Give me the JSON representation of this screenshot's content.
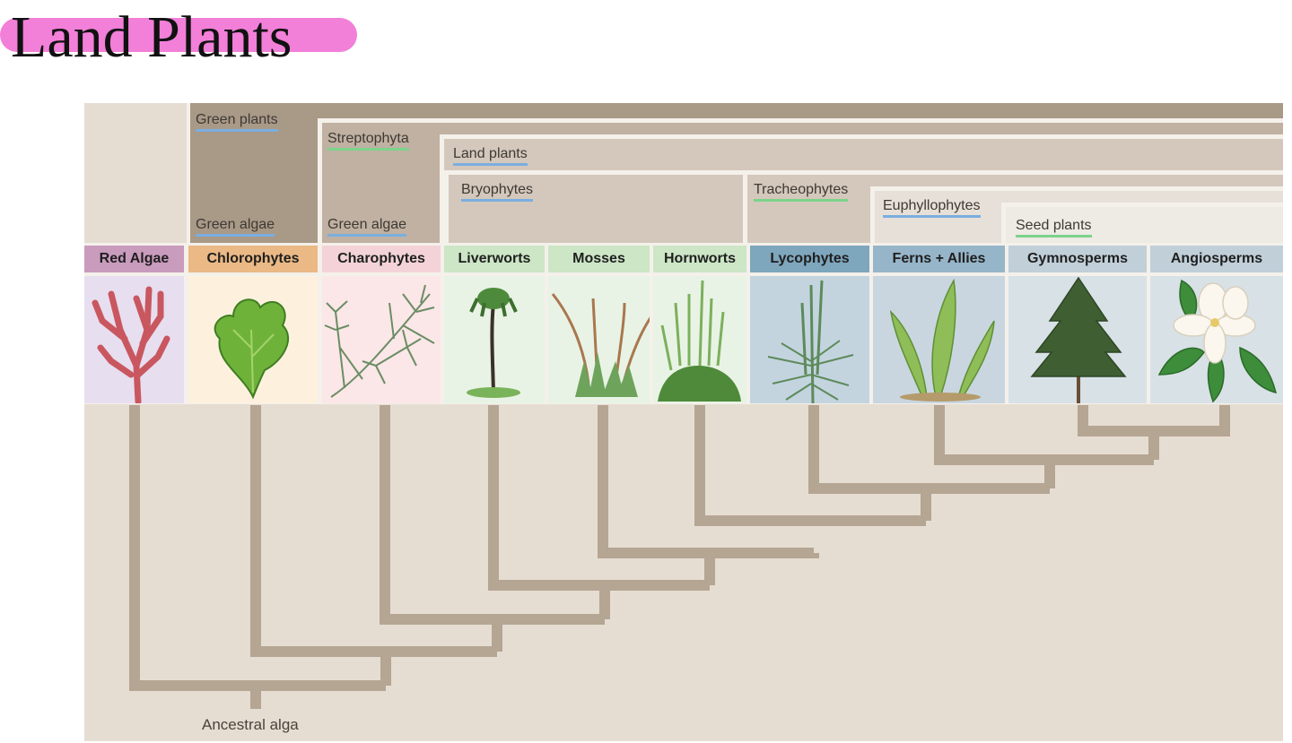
{
  "title": "Land Plants",
  "clades": {
    "green_plants": "Green plants",
    "green_algae_1": "Green algae",
    "streptophyta": "Streptophyta",
    "green_algae_2": "Green algae",
    "land_plants": "Land plants",
    "bryophytes": "Bryophytes",
    "tracheophytes": "Tracheophytes",
    "euphyllophytes": "Euphyllophytes",
    "seed_plants": "Seed plants"
  },
  "taxa": [
    {
      "label": "Red Algae",
      "color": "#c99bbd"
    },
    {
      "label": "Chlorophytes",
      "color": "#eab985"
    },
    {
      "label": "Charophytes",
      "color": "#f3d3d7"
    },
    {
      "label": "Liverworts",
      "color": "#cce6c6"
    },
    {
      "label": "Mosses",
      "color": "#cce6c6"
    },
    {
      "label": "Hornworts",
      "color": "#cce6c6"
    },
    {
      "label": "Lycophytes",
      "color": "#7ea6bd"
    },
    {
      "label": "Ferns + Allies",
      "color": "#97b5c9"
    },
    {
      "label": "Gymnosperms",
      "color": "#c0cfd8"
    },
    {
      "label": "Angiosperms",
      "color": "#c0cfd8"
    }
  ],
  "ancestor": "Ancestral alga",
  "colors": {
    "title_highlight": "#f27fd8",
    "branch": "#b5a593",
    "background": "#e6ddd2"
  }
}
